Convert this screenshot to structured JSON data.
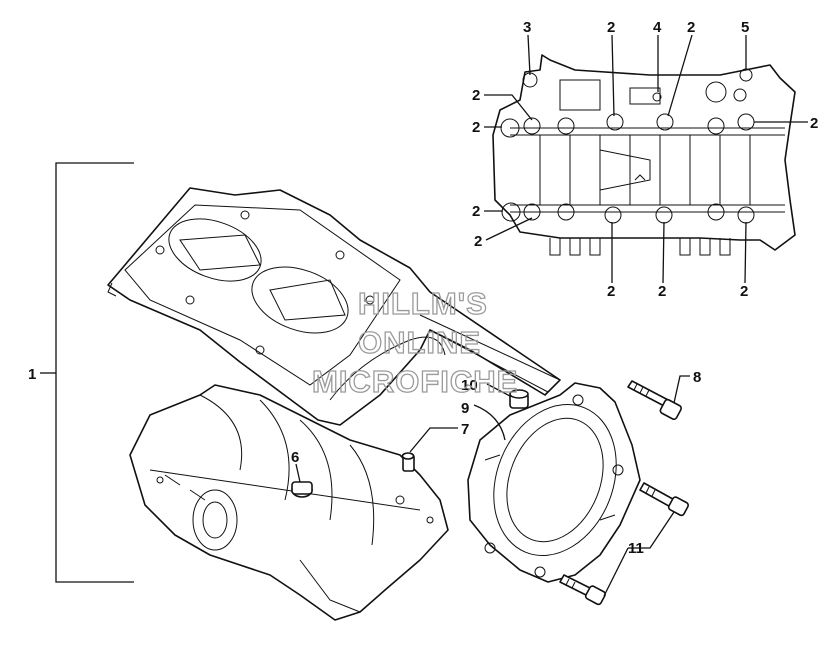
{
  "watermark": {
    "line1": "HILLM'S",
    "line2": "ONLINE",
    "line3": "MICROFICHE"
  },
  "callouts": {
    "c1": "1",
    "c2": "2",
    "c3": "3",
    "c4": "4",
    "c5": "5",
    "c6": "6",
    "c7": "7",
    "c8": "8",
    "c9": "9",
    "c10": "10",
    "c11": "11"
  }
}
